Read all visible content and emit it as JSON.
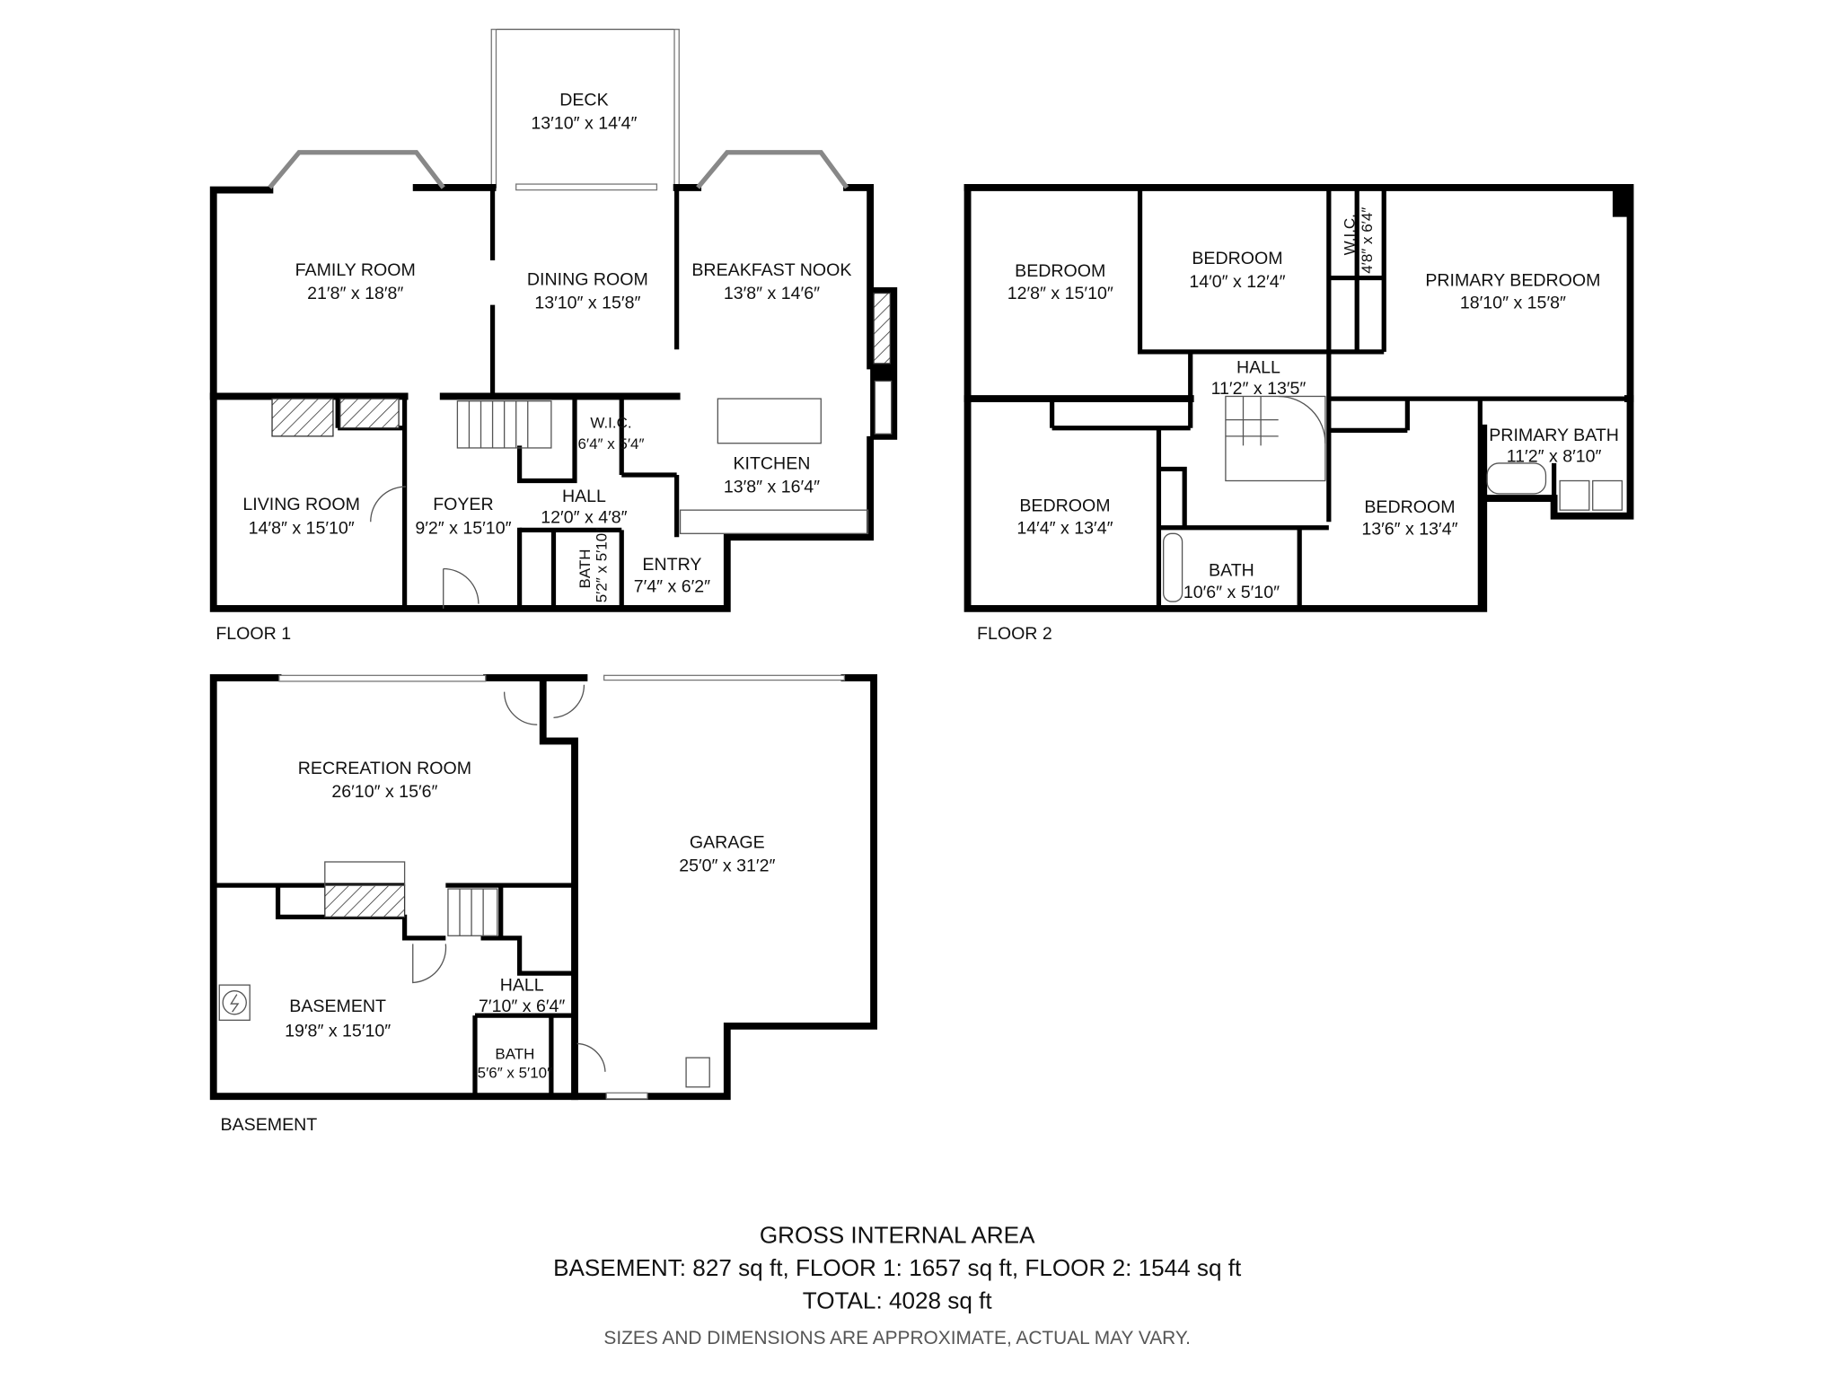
{
  "floor1": {
    "label": "FLOOR 1",
    "rooms": {
      "deck": {
        "name": "DECK",
        "dims": "13′10″ x 14′4″"
      },
      "family_room": {
        "name": "FAMILY ROOM",
        "dims": "21′8″ x 18′8″"
      },
      "dining_room": {
        "name": "DINING ROOM",
        "dims": "13′10″ x 15′8″"
      },
      "breakfast_nook": {
        "name": "BREAKFAST NOOK",
        "dims": "13′8″ x 14′6″"
      },
      "living_room": {
        "name": "LIVING ROOM",
        "dims": "14′8″ x 15′10″"
      },
      "foyer": {
        "name": "FOYER",
        "dims": "9′2″ x 15′10″"
      },
      "wic": {
        "name": "W.I.C.",
        "dims": "6′4″ x 5′4″"
      },
      "hall": {
        "name": "HALL",
        "dims": "12′0″ x 4′8″"
      },
      "kitchen": {
        "name": "KITCHEN",
        "dims": "13′8″ x 16′4″"
      },
      "bath": {
        "name": "BATH",
        "dims": "5′2″ x 5′10″"
      },
      "entry": {
        "name": "ENTRY",
        "dims": "7′4″ x 6′2″"
      }
    }
  },
  "floor2": {
    "label": "FLOOR 2",
    "rooms": {
      "bedroom_nw": {
        "name": "BEDROOM",
        "dims": "12′8″ x 15′10″"
      },
      "bedroom_n": {
        "name": "BEDROOM",
        "dims": "14′0″ x 12′4″"
      },
      "wic": {
        "name": "W.I.C.",
        "dims": "4′8″ x 6′4″"
      },
      "primary_bedroom": {
        "name": "PRIMARY BEDROOM",
        "dims": "18′10″ x 15′8″"
      },
      "hall": {
        "name": "HALL",
        "dims": "11′2″ x 13′5″"
      },
      "primary_bath": {
        "name": "PRIMARY BATH",
        "dims": "11′2″ x 8′10″"
      },
      "bedroom_sw": {
        "name": "BEDROOM",
        "dims": "14′4″ x 13′4″"
      },
      "bedroom_se": {
        "name": "BEDROOM",
        "dims": "13′6″ x 13′4″"
      },
      "bath": {
        "name": "BATH",
        "dims": "10′6″ x 5′10″"
      }
    }
  },
  "basement": {
    "label": "BASEMENT",
    "rooms": {
      "recreation_room": {
        "name": "RECREATION ROOM",
        "dims": "26′10″ x 15′6″"
      },
      "garage": {
        "name": "GARAGE",
        "dims": "25′0″ x 31′2″"
      },
      "basement": {
        "name": "BASEMENT",
        "dims": "19′8″ x 15′10″"
      },
      "hall": {
        "name": "HALL",
        "dims": "7′10″ x 6′4″"
      },
      "bath": {
        "name": "BATH",
        "dims": "5′6″ x 5′10″"
      }
    }
  },
  "summary": {
    "title": "GROSS INTERNAL AREA",
    "areas": "BASEMENT: 827 sq ft, FLOOR 1: 1657 sq ft, FLOOR 2: 1544 sq ft",
    "total": "TOTAL: 4028 sq ft",
    "disclaimer": "SIZES AND DIMENSIONS ARE APPROXIMATE, ACTUAL MAY VARY."
  }
}
